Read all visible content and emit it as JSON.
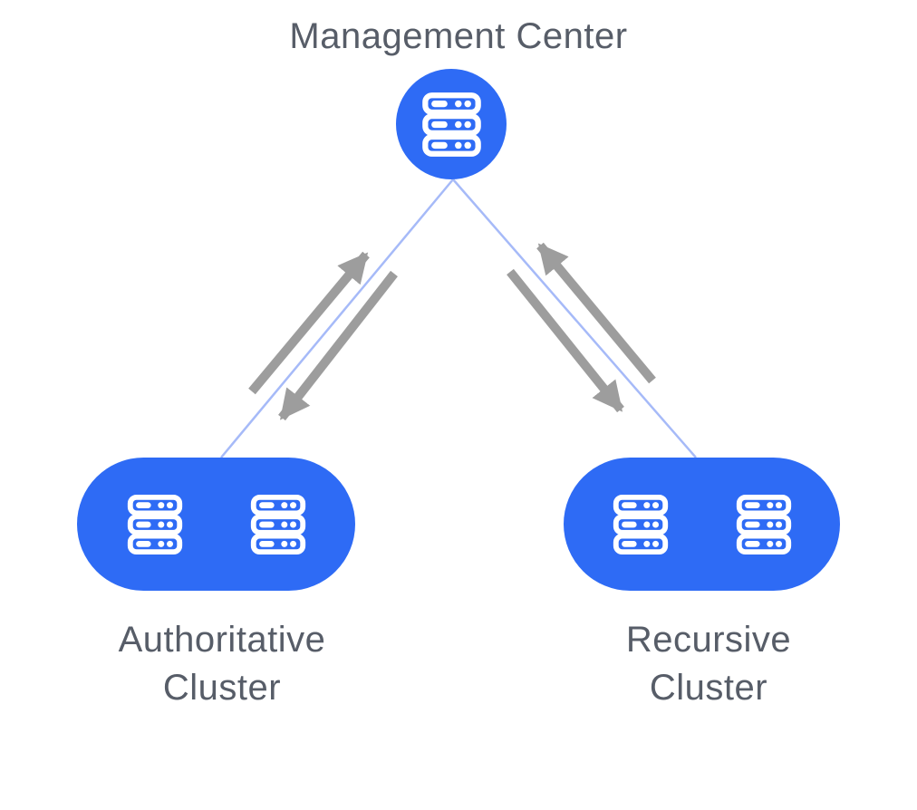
{
  "colors": {
    "node_blue": "#2e6bf5",
    "link_line_blue": "#a6baf8",
    "arrow_gray": "#9d9d9d",
    "text_gray": "#575d68",
    "icon_white": "#ffffff",
    "background": "#ffffff"
  },
  "diagram": {
    "management": {
      "label": "Management Center",
      "icon": "server-icon"
    },
    "clusters": [
      {
        "id": "authoritative",
        "label_lines": [
          "Authoritative",
          "Cluster"
        ],
        "icon": "server-icon",
        "server_icon_count": 2
      },
      {
        "id": "recursive",
        "label_lines": [
          "Recursive",
          "Cluster"
        ],
        "icon": "server-icon",
        "server_icon_count": 2
      }
    ],
    "connections": [
      {
        "from": "management",
        "to": "authoritative",
        "bidirectional": true
      },
      {
        "from": "management",
        "to": "recursive",
        "bidirectional": true
      }
    ]
  }
}
